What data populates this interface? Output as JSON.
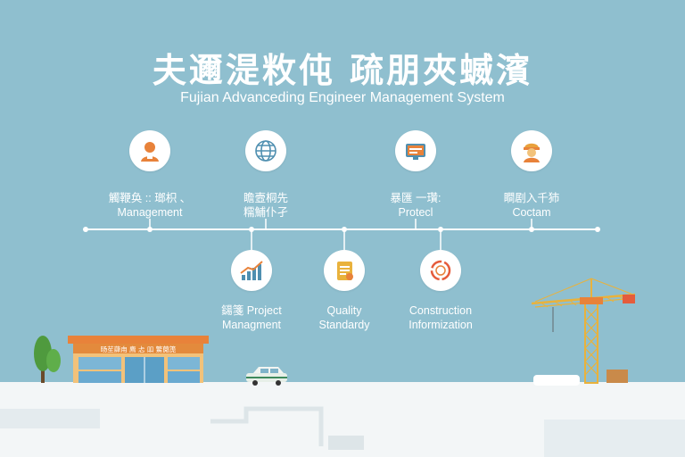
{
  "header": {
    "title": "夫邇湜敉伅 疏朋夾蝛濱",
    "subtitle": "Fujian Advanceding Engineer Management System"
  },
  "top_nodes": [
    {
      "line1": "觸鞭奂 :: 瑯枳 、",
      "line2": "Management",
      "icon": "person-icon"
    },
    {
      "line1": "瞻壼桐先",
      "line2": "糯鯆仆孑",
      "icon": "globe-icon"
    },
    {
      "line1": "暴匯 一瓚:",
      "line2": "Protecl",
      "icon": "monitor-icon"
    },
    {
      "line1": "瞷剧入千犻",
      "line2": "Coctam",
      "icon": "worker-icon"
    }
  ],
  "bottom_nodes": [
    {
      "line1": "鐋箋 Project",
      "line2": "Managment",
      "icon": "bar-chart-icon"
    },
    {
      "line1": "Quality",
      "line2": "Standardy",
      "icon": "document-icon"
    },
    {
      "line1": "Construction",
      "line2": "Informization",
      "icon": "cycle-icon"
    }
  ],
  "scene": {
    "building_sign": "旸苼蕼甪    廌 忐 吅    鰵蕑箎"
  },
  "colors": {
    "background": "#8fbfcf",
    "accent_orange": "#e8823a",
    "accent_blue": "#4f8fb0",
    "crane_yellow": "#e9b23c",
    "ground": "#f3f6f7"
  }
}
